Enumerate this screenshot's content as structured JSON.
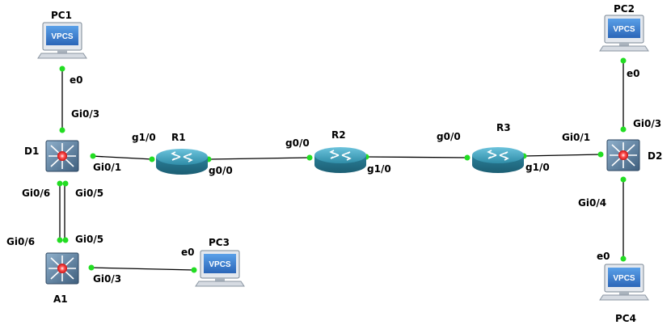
{
  "devices": {
    "pc1": {
      "name": "PC1",
      "badge": "VPCS"
    },
    "pc2": {
      "name": "PC2",
      "badge": "VPCS"
    },
    "pc3": {
      "name": "PC3",
      "badge": "VPCS"
    },
    "pc4": {
      "name": "PC4",
      "badge": "VPCS"
    },
    "d1": {
      "name": "D1"
    },
    "d2": {
      "name": "D2"
    },
    "a1": {
      "name": "A1"
    },
    "r1": {
      "name": "R1"
    },
    "r2": {
      "name": "R2"
    },
    "r3": {
      "name": "R3"
    }
  },
  "interfaces": {
    "pc1_e0": "e0",
    "d1_gi03": "Gi0/3",
    "d1_gi01": "Gi0/1",
    "d1_gi06": "Gi0/6",
    "d1_gi05": "Gi0/5",
    "a1_gi06": "Gi0/6",
    "a1_gi05": "Gi0/5",
    "a1_gi03": "Gi0/3",
    "pc3_e0": "e0",
    "r1_g10": "g1/0",
    "r1_g00": "g0/0",
    "r2_g00": "g0/0",
    "r2_g10": "g1/0",
    "r3_g00": "g0/0",
    "r3_g10": "g1/0",
    "d2_gi01": "Gi0/1",
    "d2_gi03": "Gi0/3",
    "d2_gi04": "Gi0/4",
    "pc2_e0": "e0",
    "pc4_e0": "e0"
  },
  "colors": {
    "link": "#000000",
    "port_dot": "#22dd22",
    "router_body": "#2f8da8",
    "switch_body": "#5d7b97",
    "monitor_screen": "#3b7fd0"
  }
}
